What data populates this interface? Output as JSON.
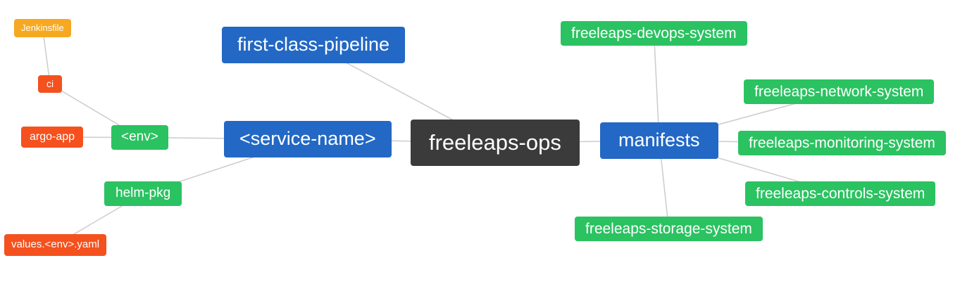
{
  "diagram": {
    "edge_color": "#cccccc",
    "palette": {
      "blue": "#2368c4",
      "green": "#2bc261",
      "red": "#f4511e",
      "orange": "#f6a821",
      "dark": "#3b3b3b"
    },
    "nodes": {
      "jenkinsfile": {
        "label": "Jenkinsfile",
        "color": "#f6a821"
      },
      "ci": {
        "label": "ci",
        "color": "#f4511e"
      },
      "argo_app": {
        "label": "argo-app",
        "color": "#f4511e"
      },
      "env": {
        "label": "<env>",
        "color": "#2bc261"
      },
      "helm_pkg": {
        "label": "helm-pkg",
        "color": "#2bc261"
      },
      "values_env_yaml": {
        "label": "values.<env>.yaml",
        "color": "#f4511e"
      },
      "first_class_pipeline": {
        "label": "first-class-pipeline",
        "color": "#2368c4"
      },
      "service_name": {
        "label": "<service-name>",
        "color": "#2368c4"
      },
      "freeleaps_ops": {
        "label": "freeleaps-ops",
        "color": "#3b3b3b"
      },
      "manifests": {
        "label": "manifests",
        "color": "#2368c4"
      },
      "devops_system": {
        "label": "freeleaps-devops-system",
        "color": "#2bc261"
      },
      "network_system": {
        "label": "freeleaps-network-system",
        "color": "#2bc261"
      },
      "monitoring_system": {
        "label": "freeleaps-monitoring-system",
        "color": "#2bc261"
      },
      "controls_system": {
        "label": "freeleaps-controls-system",
        "color": "#2bc261"
      },
      "storage_system": {
        "label": "freeleaps-storage-system",
        "color": "#2bc261"
      }
    },
    "edges": [
      [
        "jenkinsfile",
        "ci"
      ],
      [
        "ci",
        "env"
      ],
      [
        "argo_app",
        "env"
      ],
      [
        "env",
        "service_name"
      ],
      [
        "helm_pkg",
        "service_name"
      ],
      [
        "values_env_yaml",
        "helm_pkg"
      ],
      [
        "first_class_pipeline",
        "freeleaps_ops"
      ],
      [
        "service_name",
        "freeleaps_ops"
      ],
      [
        "freeleaps_ops",
        "manifests"
      ],
      [
        "manifests",
        "devops_system"
      ],
      [
        "manifests",
        "network_system"
      ],
      [
        "manifests",
        "monitoring_system"
      ],
      [
        "manifests",
        "controls_system"
      ],
      [
        "manifests",
        "storage_system"
      ]
    ]
  }
}
